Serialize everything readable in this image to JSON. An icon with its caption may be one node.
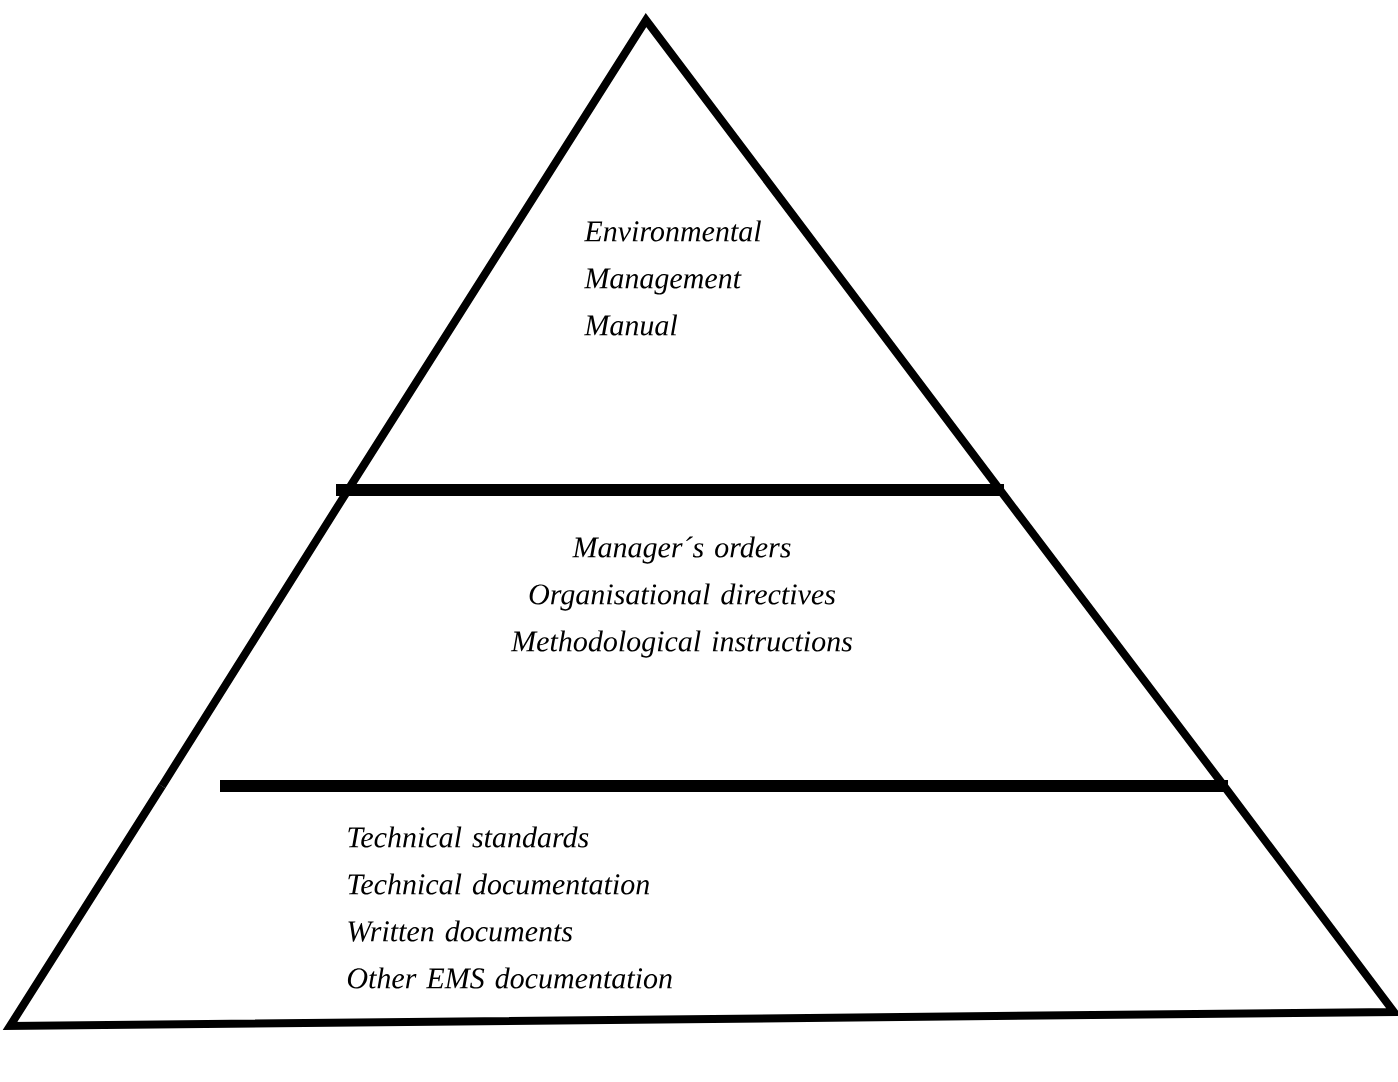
{
  "diagram": {
    "nodes": [
      {
        "text": [
          "Environmental Management Manual"
        ]
      },
      {
        "text": [
          "Manager´s orders",
          "Organisational directives",
          "Methodological instructions"
        ]
      },
      {
        "text": [
          "Technical standards",
          "Technical documentation",
          "Written documents",
          "Other EMS documentation"
        ]
      }
    ]
  }
}
